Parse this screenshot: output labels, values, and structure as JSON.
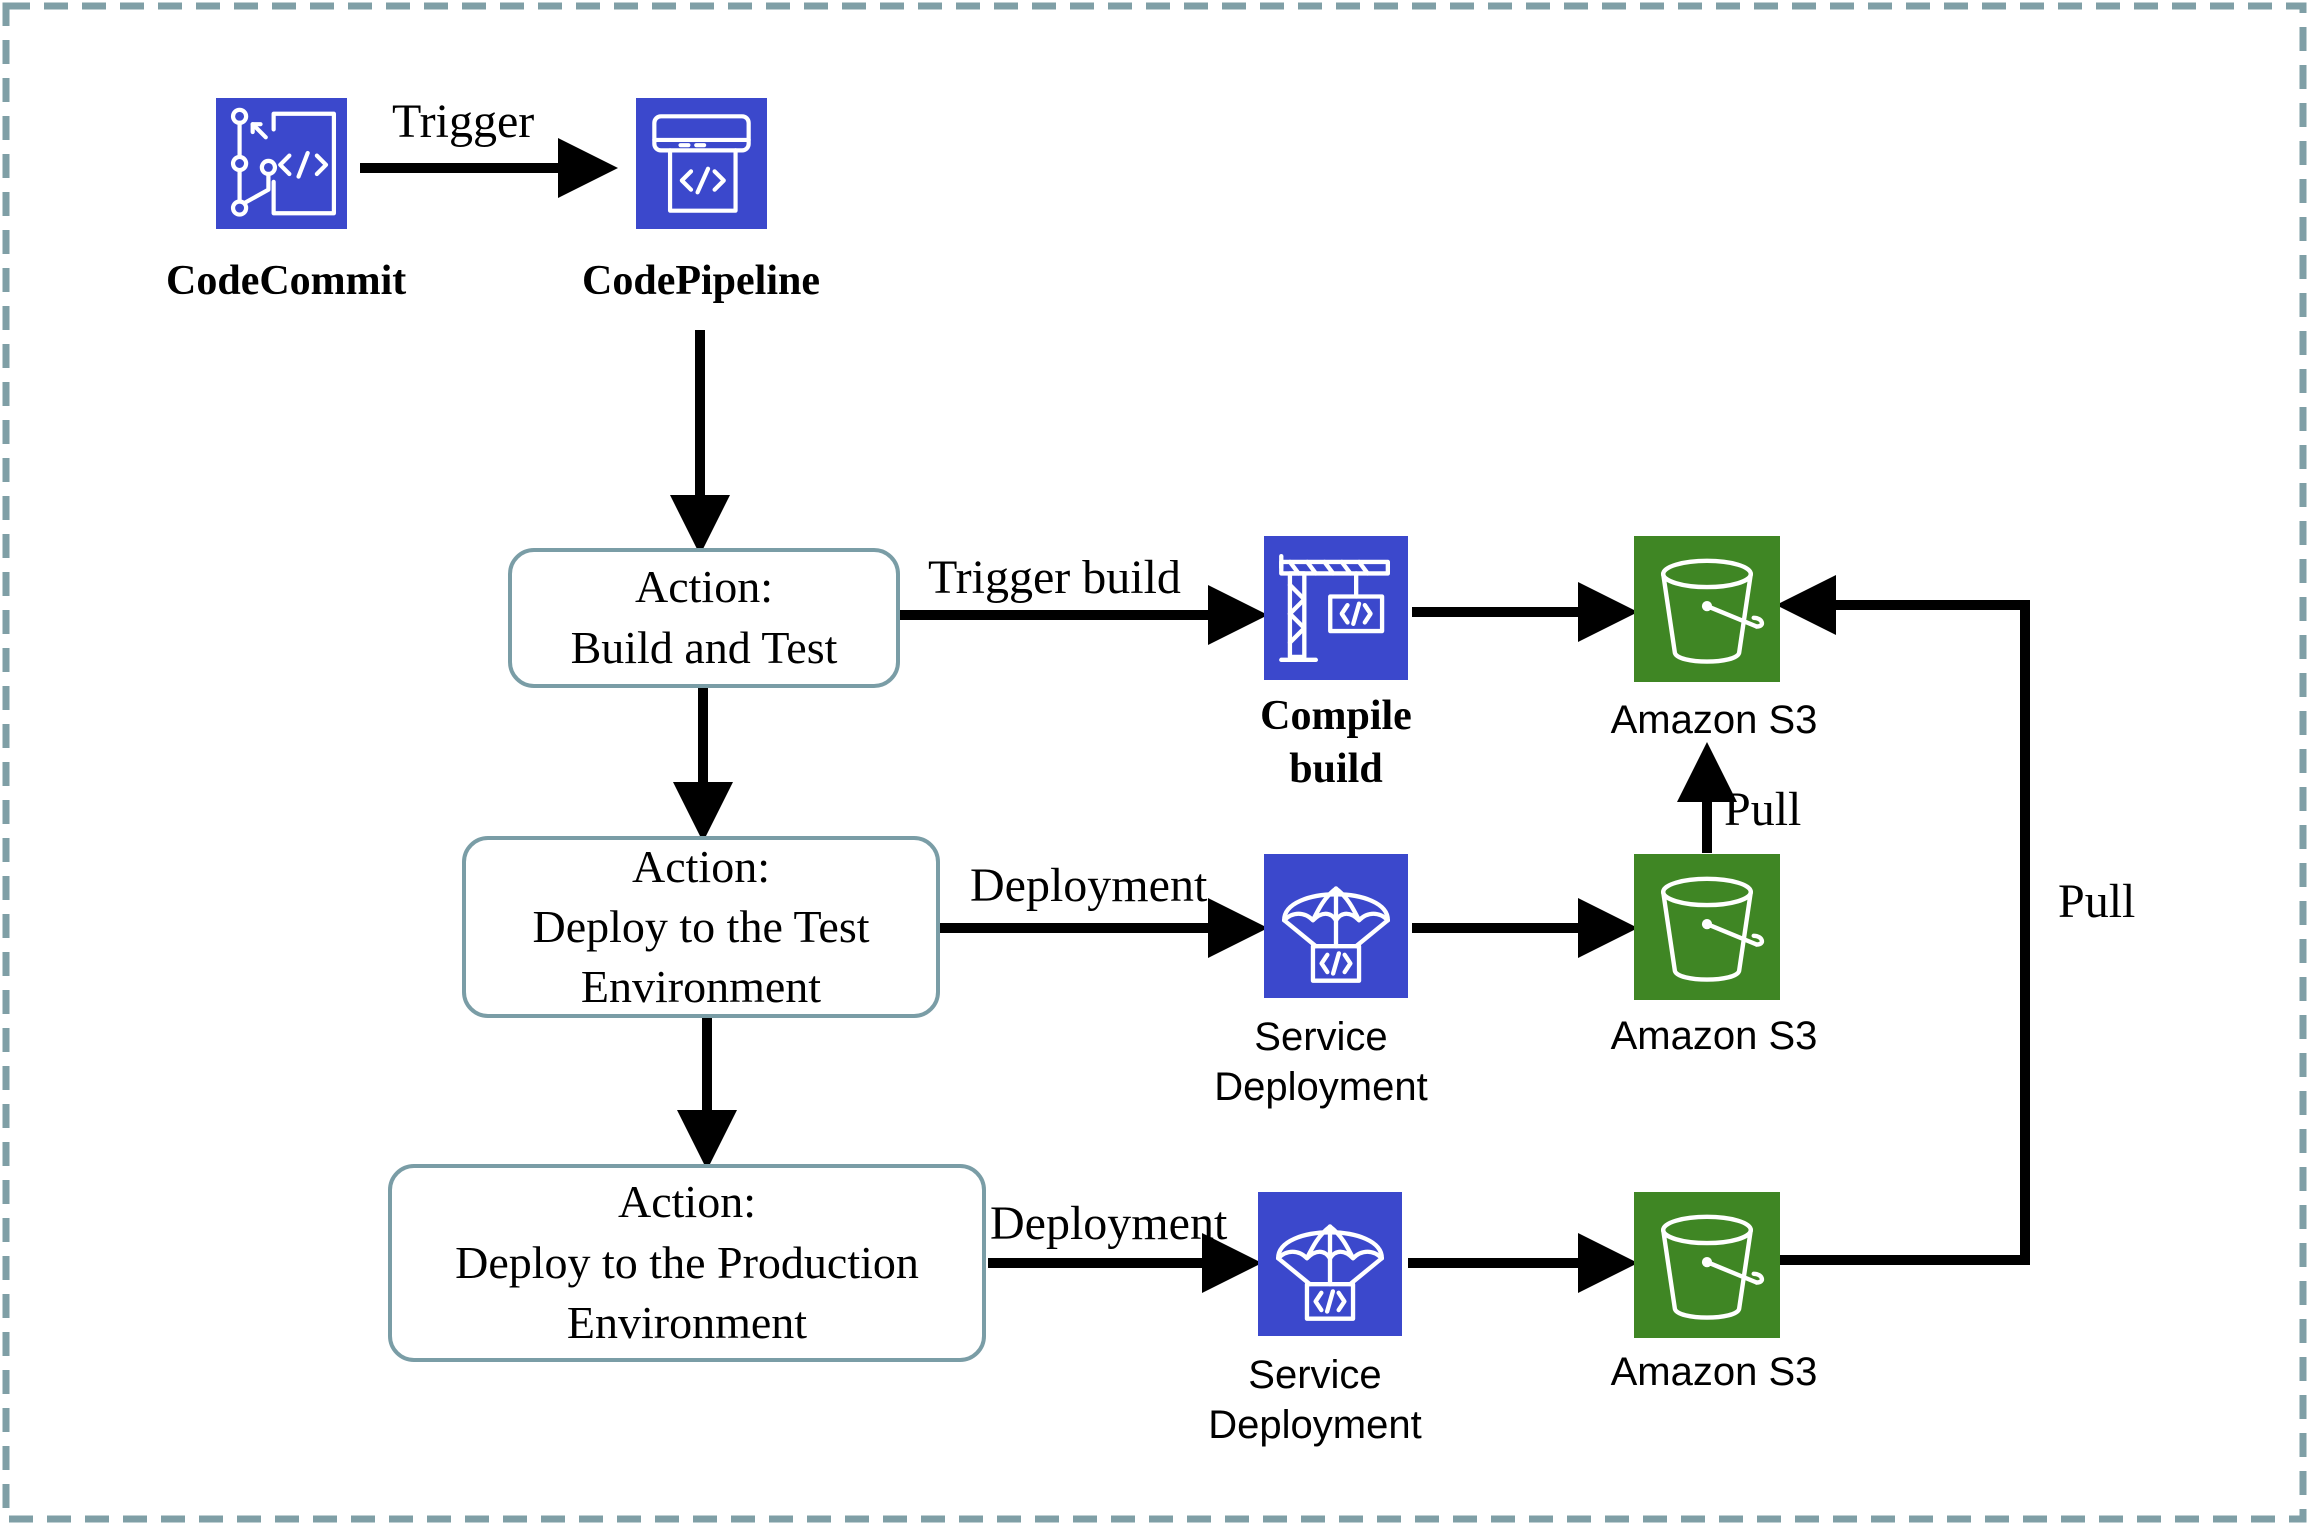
{
  "colors": {
    "border_dash": "#7f9fa6",
    "developer_tools_blue": "#3b48cc",
    "storage_green": "#3f8624",
    "action_border": "#7a9da6",
    "arrow": "#000000"
  },
  "services": {
    "codecommit": {
      "label": "CodeCommit",
      "icon": "codecommit-icon"
    },
    "codepipeline": {
      "label": "CodePipeline",
      "icon": "codepipeline-icon"
    },
    "compile_build": {
      "line1": "Compile",
      "line2": "build",
      "icon": "codebuild-icon"
    },
    "service_deployment_test": {
      "line1": "Service",
      "line2": "Deployment",
      "icon": "codedeploy-icon"
    },
    "service_deployment_prod": {
      "line1": "Service",
      "line2": "Deployment",
      "icon": "codedeploy-icon"
    },
    "s3_build": {
      "label": "Amazon S3",
      "icon": "s3-bucket-icon"
    },
    "s3_test": {
      "label": "Amazon S3",
      "icon": "s3-bucket-icon"
    },
    "s3_prod": {
      "label": "Amazon S3",
      "icon": "s3-bucket-icon"
    }
  },
  "actions": {
    "build_test": {
      "line1": "Action:",
      "line2": "Build and Test"
    },
    "deploy_test": {
      "line1": "Action:",
      "line2": "Deploy to the Test",
      "line3": "Environment"
    },
    "deploy_prod": {
      "line1": "Action:",
      "line2": "Deploy to the Production",
      "line3": "Environment"
    }
  },
  "edges": {
    "trigger": "Trigger",
    "trigger_build": "Trigger build",
    "deployment_test": "Deployment",
    "deployment_prod": "Deployment",
    "pull_vertical": "Pull",
    "pull_loop": "Pull"
  }
}
